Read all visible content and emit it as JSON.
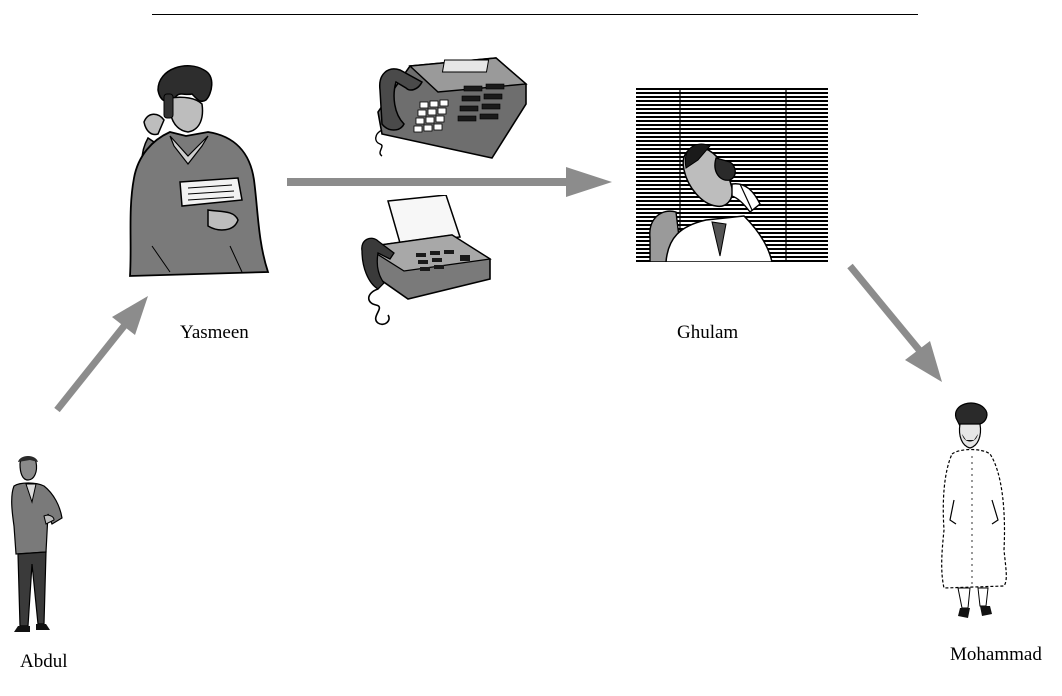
{
  "diagram": {
    "people": [
      {
        "name": "Yasmeen",
        "role_icon": "woman-on-phone-icon"
      },
      {
        "name": "Ghulam",
        "role_icon": "man-on-phone-icon"
      },
      {
        "name": "Abdul",
        "role_icon": "man-standing-icon"
      },
      {
        "name": "Mohammad",
        "role_icon": "man-in-turban-icon"
      }
    ],
    "devices": [
      "telephone-icon",
      "fax-machine-icon"
    ],
    "flow": [
      {
        "from": "Abdul",
        "to": "Yasmeen"
      },
      {
        "from": "Yasmeen",
        "to": "Ghulam"
      },
      {
        "from": "Ghulam",
        "to": "Mohammad"
      }
    ],
    "colors": {
      "arrow": "#8c8c8c",
      "figure_fill": "#7a7a7a",
      "line": "#000000"
    }
  }
}
